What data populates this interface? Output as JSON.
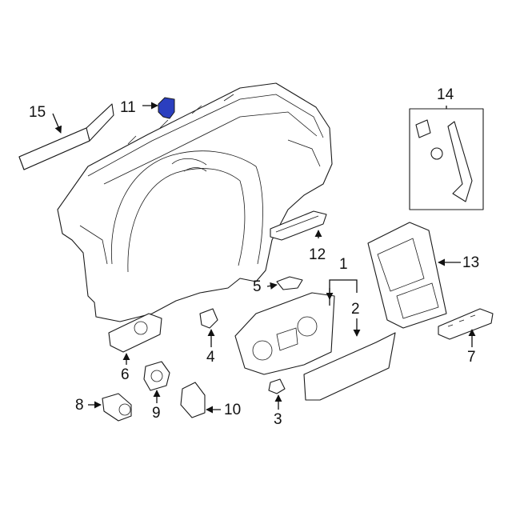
{
  "diagram": {
    "highlight_color": "#2b3fbf",
    "callouts": [
      {
        "id": "1",
        "text": "1"
      },
      {
        "id": "2",
        "text": "2"
      },
      {
        "id": "3",
        "text": "3"
      },
      {
        "id": "4",
        "text": "4"
      },
      {
        "id": "5",
        "text": "5"
      },
      {
        "id": "6",
        "text": "6"
      },
      {
        "id": "7",
        "text": "7"
      },
      {
        "id": "8",
        "text": "8"
      },
      {
        "id": "9",
        "text": "9"
      },
      {
        "id": "10",
        "text": "10"
      },
      {
        "id": "11",
        "text": "11"
      },
      {
        "id": "12",
        "text": "12"
      },
      {
        "id": "13",
        "text": "13"
      },
      {
        "id": "14",
        "text": "14"
      },
      {
        "id": "15",
        "text": "15"
      }
    ]
  }
}
